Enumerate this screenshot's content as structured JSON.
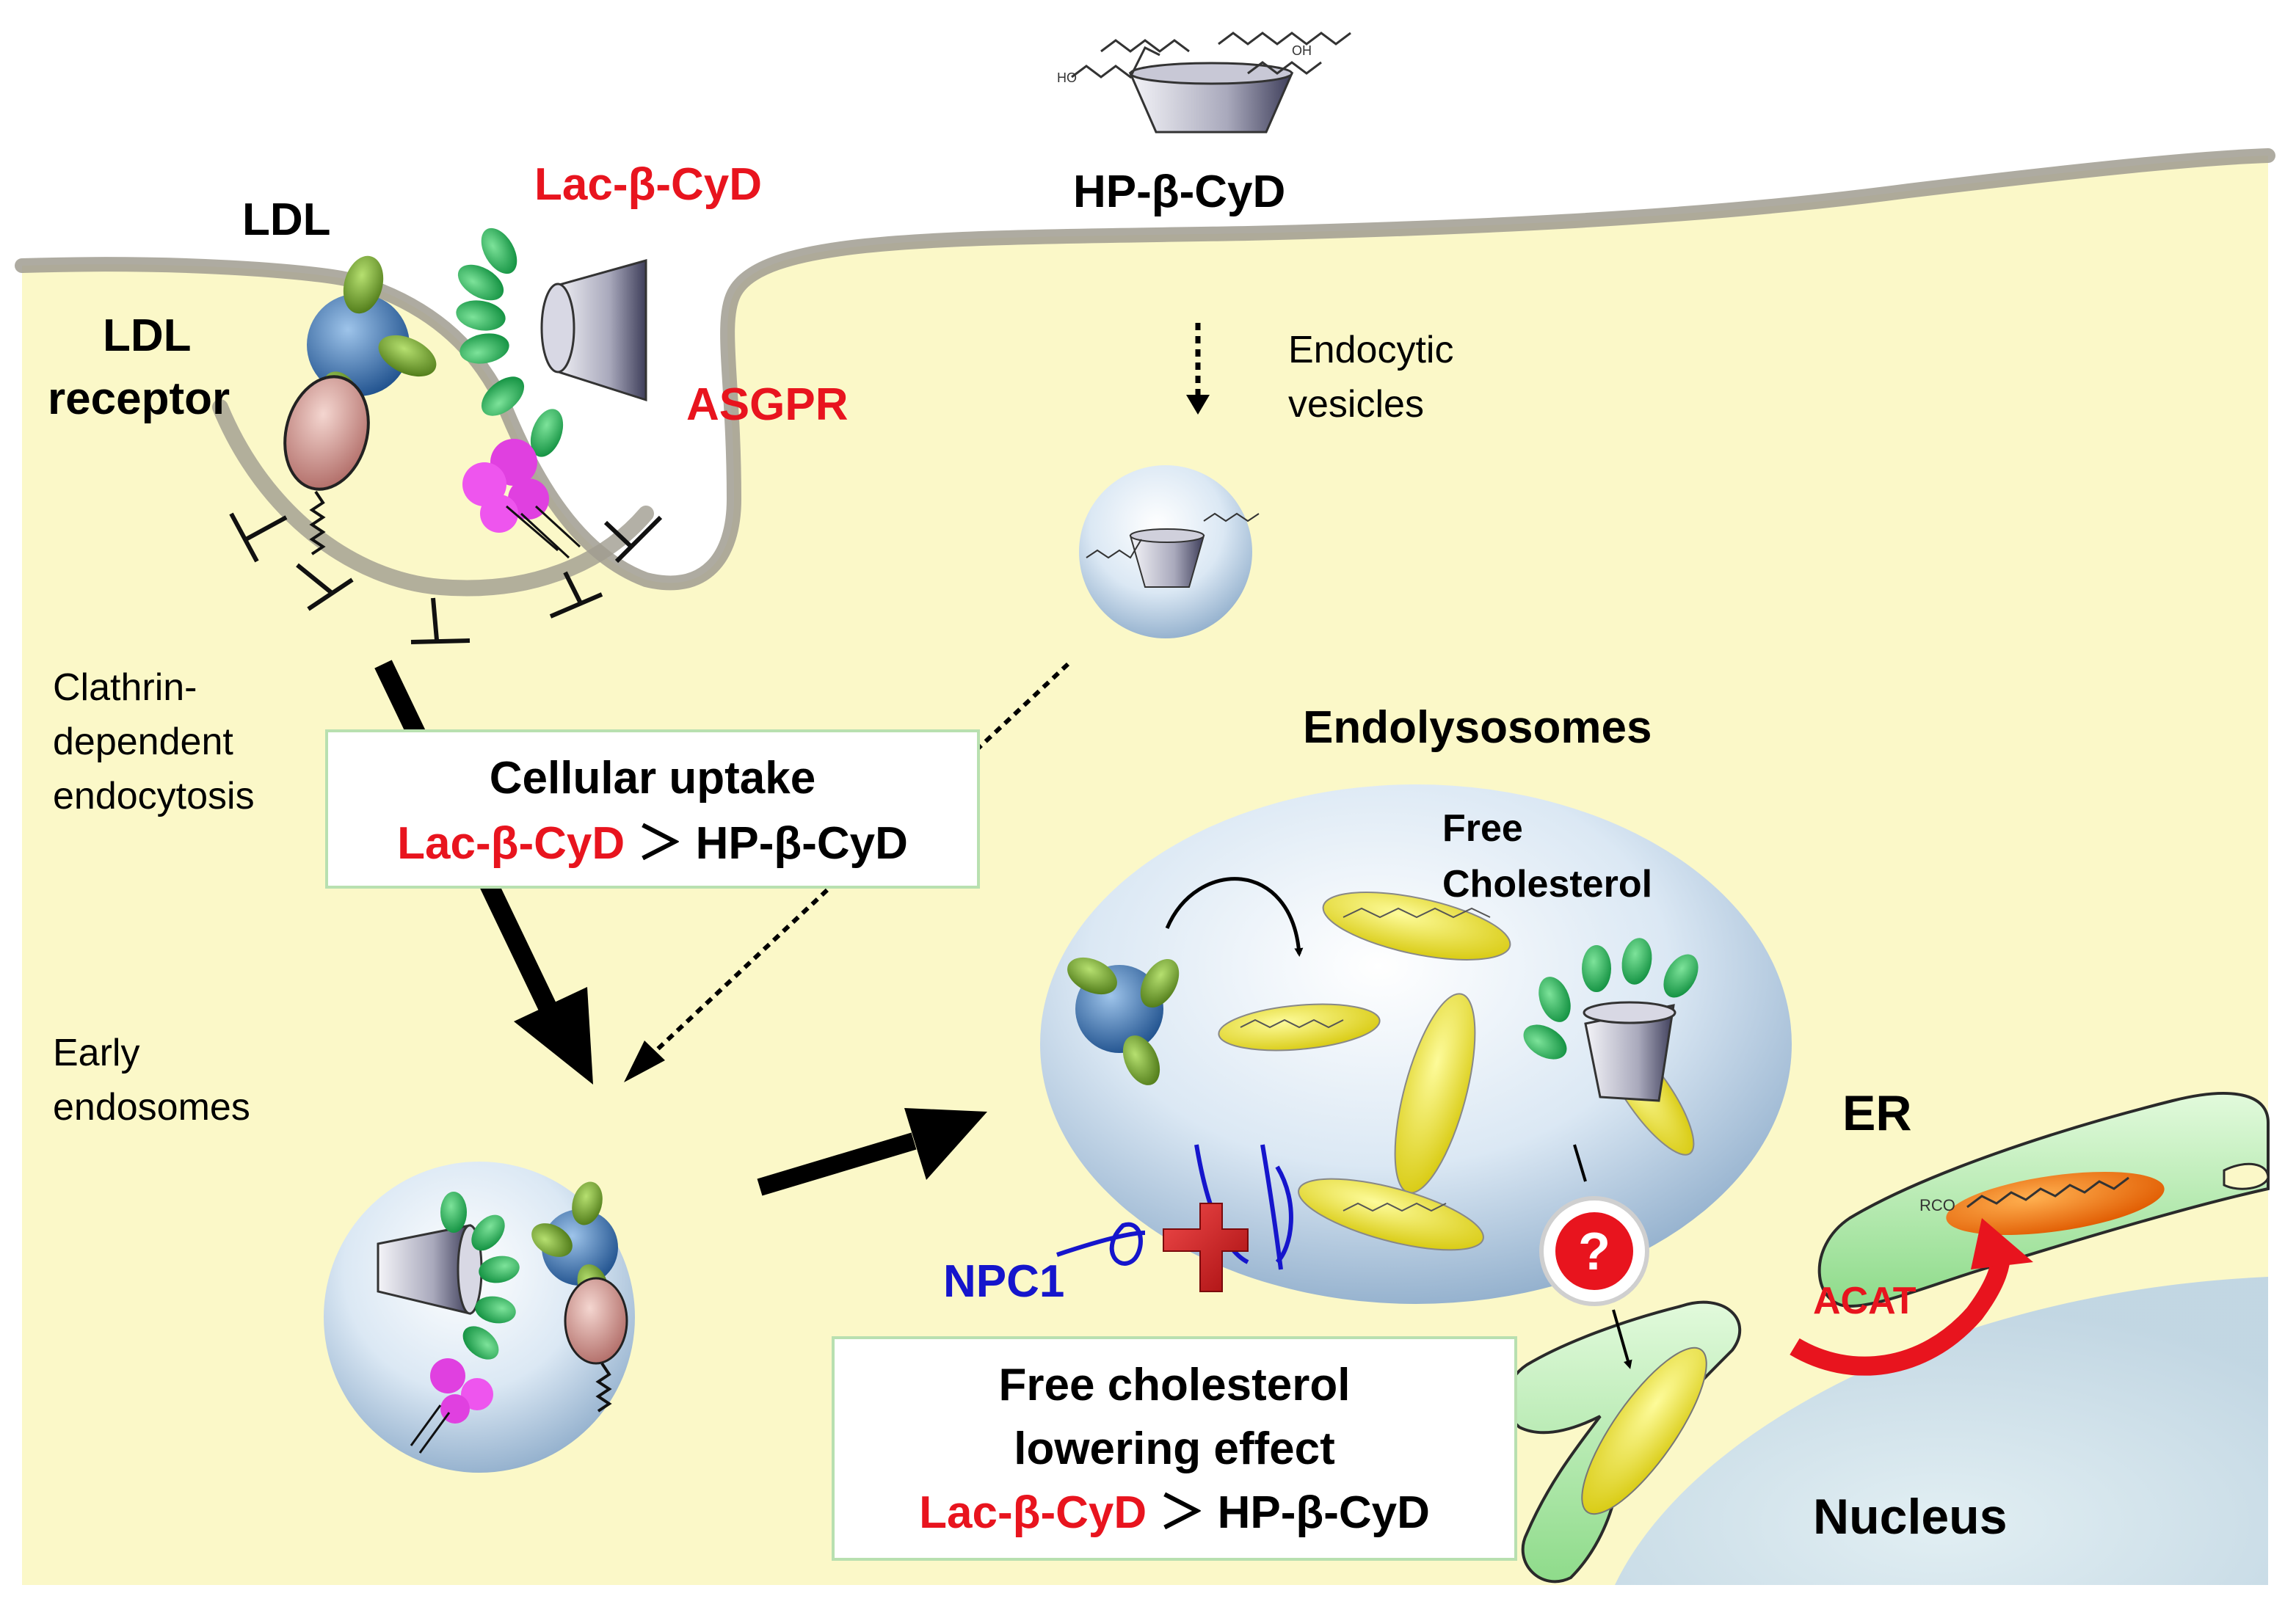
{
  "labels": {
    "ldl": "LDL",
    "ldl_receptor_1": "LDL",
    "ldl_receptor_2": "receptor",
    "lac_cyd_top": "Lac-β-CyD",
    "hp_cyd_top": "HP-β-CyD",
    "asgpr": "ASGPR",
    "endocytic_1": "Endocytic",
    "endocytic_2": "vesicles",
    "clathrin_1": "Clathrin-",
    "clathrin_2": "dependent",
    "clathrin_3": "endocytosis",
    "early_1": "Early",
    "early_2": "endosomes",
    "endolysosomes": "Endolysosomes",
    "free_chol_1": "Free",
    "free_chol_2": "Cholesterol",
    "npc1": "NPC1",
    "er": "ER",
    "acat": "ACAT",
    "nucleus": "Nucleus",
    "question": "?"
  },
  "uptake_box": {
    "title": "Cellular uptake",
    "lac": "Lac-β-CyD",
    "gt": " ＞ ",
    "hp": "HP-β-CyD"
  },
  "effect_box": {
    "line1": "Free cholesterol",
    "line2": "lowering effect",
    "lac": "Lac-β-CyD",
    "gt": " ＞ ",
    "hp": "HP-β-CyD"
  },
  "molecule_labels": {
    "oh1": "HO",
    "oh2": "OH",
    "o": "O",
    "rco": "RCO"
  },
  "colors": {
    "cytoplasm": "#fbf8c8",
    "membrane": "#9a9a90",
    "accent_red": "#e8141e",
    "npc1_blue": "#1515cc",
    "vesicle": "#c9dcef",
    "er_green": "#c8f0c0",
    "cholesterol": "#f2ee2a",
    "ester": "#f47a10"
  }
}
